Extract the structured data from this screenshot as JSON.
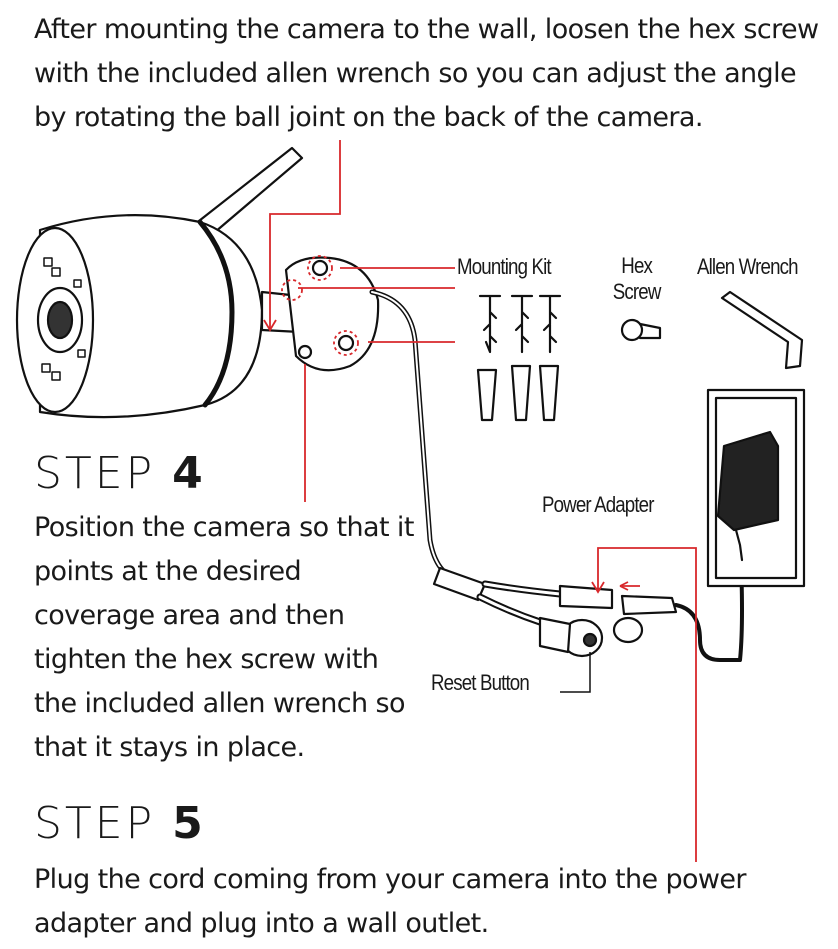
{
  "instructions": {
    "intro": "After mounting the camera to the wall, loosen the hex screw with the included allen wrench so you can adjust the angle by rotating the ball joint on the back of the camera.",
    "step4": {
      "label": "STEP",
      "number": "4",
      "text": "Position the camera so that it points at the desired coverage area and then tighten the hex screw with the included allen wrench so that it stays in place."
    },
    "step5": {
      "label": "STEP",
      "number": "5",
      "text": "Plug the cord coming from your camera into the power adapter and plug into a wall outlet."
    }
  },
  "callouts": {
    "mounting_kit": "Mounting Kit",
    "hex_screw_line1": "Hex",
    "hex_screw_line2": "Screw",
    "allen_wrench": "Allen Wrench",
    "power_adapter": "Power Adapter",
    "reset_button": "Reset Button"
  },
  "colors": {
    "text": "#1a1a1a",
    "callout_line": "#d8282b",
    "outline": "#111111"
  }
}
